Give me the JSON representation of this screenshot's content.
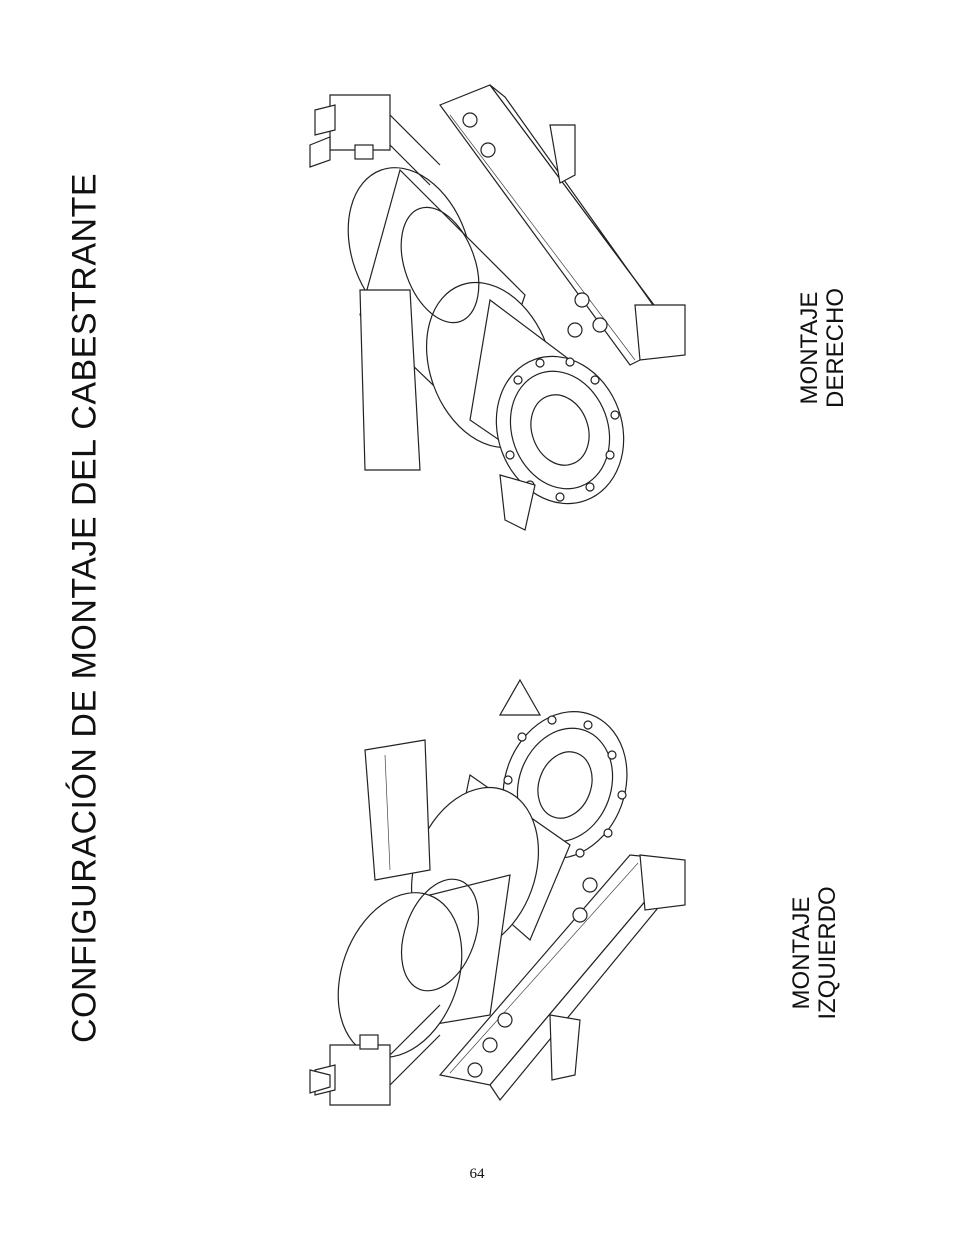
{
  "page": {
    "title": "CONFIGURACIÓN DE MONTAJE DEL CABESTRANTE",
    "page_number": "64"
  },
  "mounts": {
    "right": {
      "line1": "MONTAJE",
      "line2": "DERECHO"
    },
    "left": {
      "line1": "MONTAJE",
      "line2": "IZQUIERDO"
    }
  },
  "drawings": {
    "top_icon": "winch-right-mount-drawing",
    "bottom_icon": "winch-left-mount-drawing"
  }
}
